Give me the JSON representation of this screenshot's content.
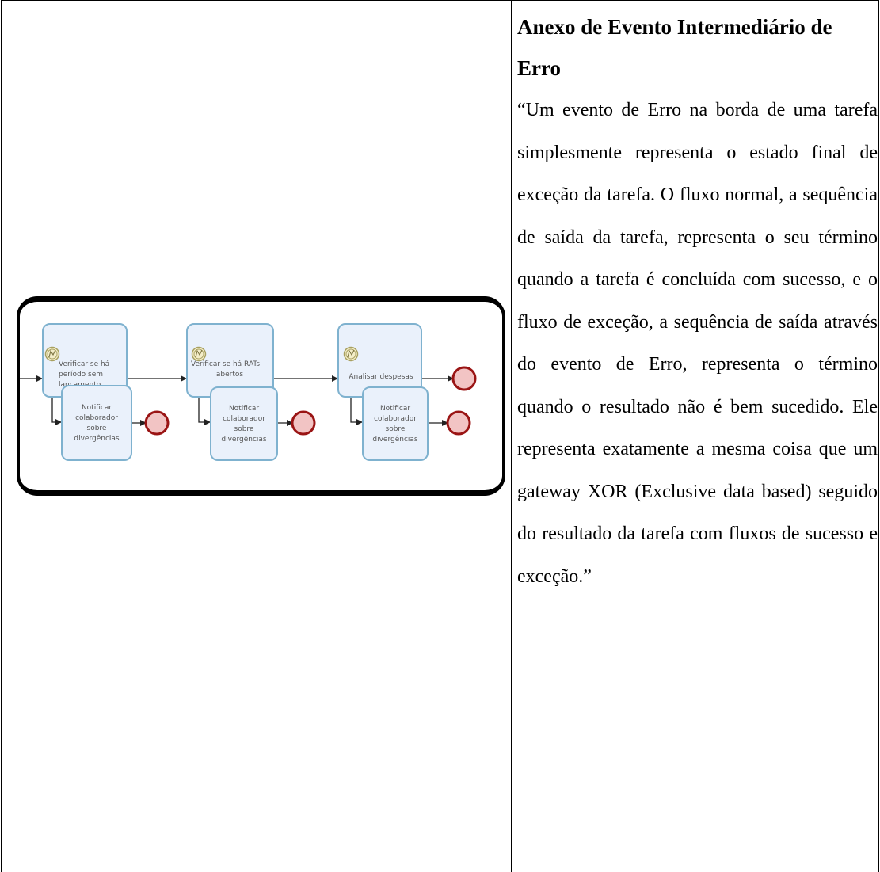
{
  "section": {
    "title": "Anexo de Evento Intermediário de Erro",
    "body": "“Um evento de Erro na borda de uma tarefa simplesmente representa o estado final de exceção da tarefa. O fluxo normal, a sequência de saída da tarefa, representa o seu término quando a tarefa é concluída com sucesso, e o fluxo de exceção, a sequência de saída através do evento de Erro, representa o término quando o resultado não é bem sucedido. Ele representa exatamente a mesma coisa que um gateway XOR (Exclusive data based) seguido do resultado da tarefa com fluxos de sucesso e exceção.”"
  },
  "diagram": {
    "tasks": {
      "t1_line1": "Verificar se há",
      "t1_line2": "período sem",
      "t1_line3": "lançamento",
      "t2_line1": "Verificar se há RATs",
      "t2_line2": "abertos",
      "t3_line1": "Analisar despesas"
    },
    "notify": {
      "line1": "Notificar",
      "line2": "colaborador",
      "line3": "sobre",
      "line4": "divergências"
    },
    "colors": {
      "task_fill": "#eaf1fb",
      "task_stroke": "#7fb2cf",
      "end_fill": "#f2c4c4",
      "end_stroke": "#9a1414",
      "error_fill": "#f3edc8",
      "error_stroke": "#a8a060"
    }
  }
}
